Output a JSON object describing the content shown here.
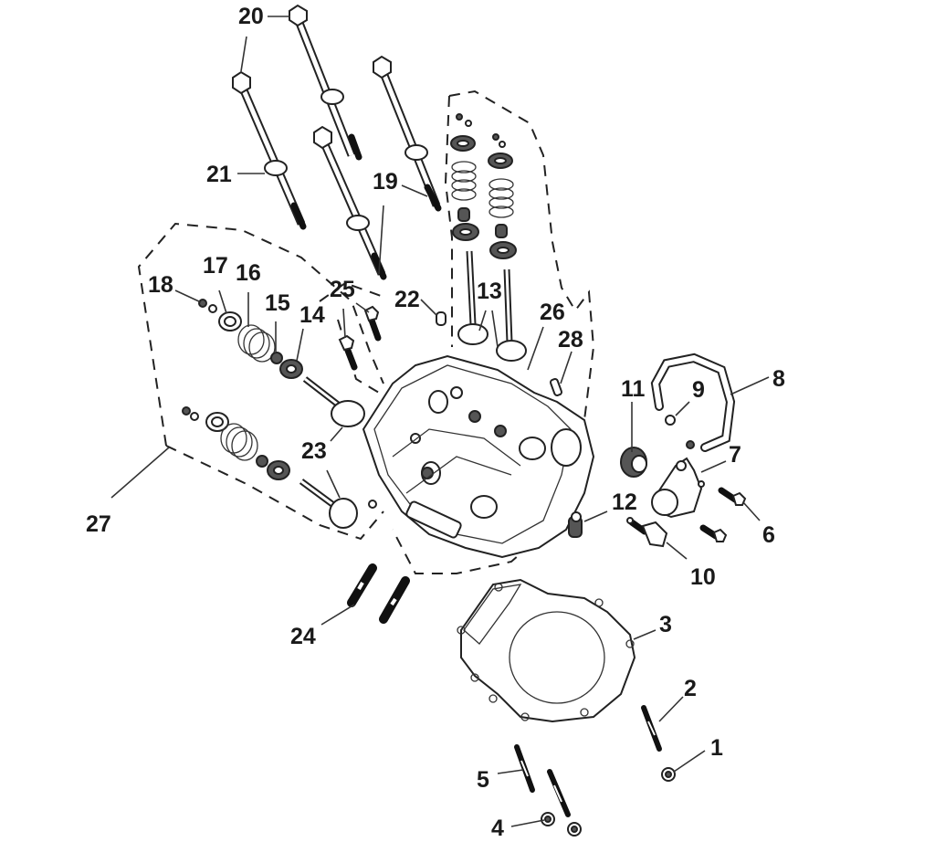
{
  "diagram": {
    "title": "Cylinder Head Assembly Exploded View",
    "callouts": [
      {
        "id": "1",
        "part": "nut"
      },
      {
        "id": "2",
        "part": "stud"
      },
      {
        "id": "3",
        "part": "cylinder head gasket"
      },
      {
        "id": "4",
        "part": "nut"
      },
      {
        "id": "5",
        "part": "stud"
      },
      {
        "id": "6",
        "part": "bolt"
      },
      {
        "id": "7",
        "part": "thermostat housing"
      },
      {
        "id": "8",
        "part": "hose"
      },
      {
        "id": "9",
        "part": "hose clamp"
      },
      {
        "id": "10",
        "part": "temperature sensor"
      },
      {
        "id": "11",
        "part": "thermostat"
      },
      {
        "id": "12",
        "part": "plug"
      },
      {
        "id": "13",
        "part": "valve"
      },
      {
        "id": "14",
        "part": "valve spring seat"
      },
      {
        "id": "15",
        "part": "valve stem seal"
      },
      {
        "id": "16",
        "part": "valve spring"
      },
      {
        "id": "17",
        "part": "valve spring retainer"
      },
      {
        "id": "18",
        "part": "valve cotter"
      },
      {
        "id": "19",
        "part": "bolt"
      },
      {
        "id": "20",
        "part": "bolt"
      },
      {
        "id": "21",
        "part": "washer"
      },
      {
        "id": "22",
        "part": "dowel pin"
      },
      {
        "id": "23",
        "part": "valve"
      },
      {
        "id": "24",
        "part": "stud"
      },
      {
        "id": "25",
        "part": "bolt"
      },
      {
        "id": "26",
        "part": "cylinder head"
      },
      {
        "id": "27",
        "part": "valve assembly group"
      },
      {
        "id": "28",
        "part": "dowel pin"
      }
    ]
  }
}
